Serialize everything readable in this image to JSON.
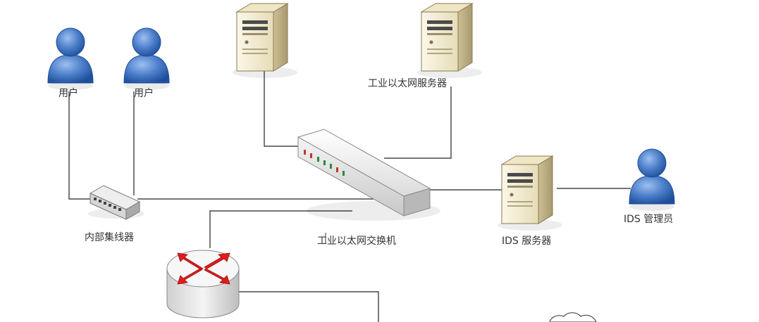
{
  "diagram": {
    "nodes": {
      "user_1": {
        "label": "用户",
        "icon": "user-icon"
      },
      "user_2": {
        "label": "用户",
        "icon": "user-icon"
      },
      "server_top": {
        "label": "",
        "icon": "server-icon"
      },
      "server_ethernet": {
        "label": "工业以太网服务器",
        "icon": "server-icon"
      },
      "hub": {
        "label": "内部集线器",
        "icon": "hub-icon"
      },
      "switch": {
        "label": "工业以太网交换机",
        "icon": "switch-icon"
      },
      "ids_server": {
        "label": "IDS 服务器",
        "icon": "server-icon"
      },
      "ids_admin": {
        "label": "IDS 管理员",
        "icon": "user-icon"
      },
      "router": {
        "label": "",
        "icon": "router-icon"
      },
      "cloud": {
        "label": "",
        "icon": "cloud-icon"
      }
    },
    "colors": {
      "user_body": "#4a7cc9",
      "server_body": "#f0e9d0",
      "router_arrow": "#e21b1b",
      "line": "#222222"
    }
  }
}
